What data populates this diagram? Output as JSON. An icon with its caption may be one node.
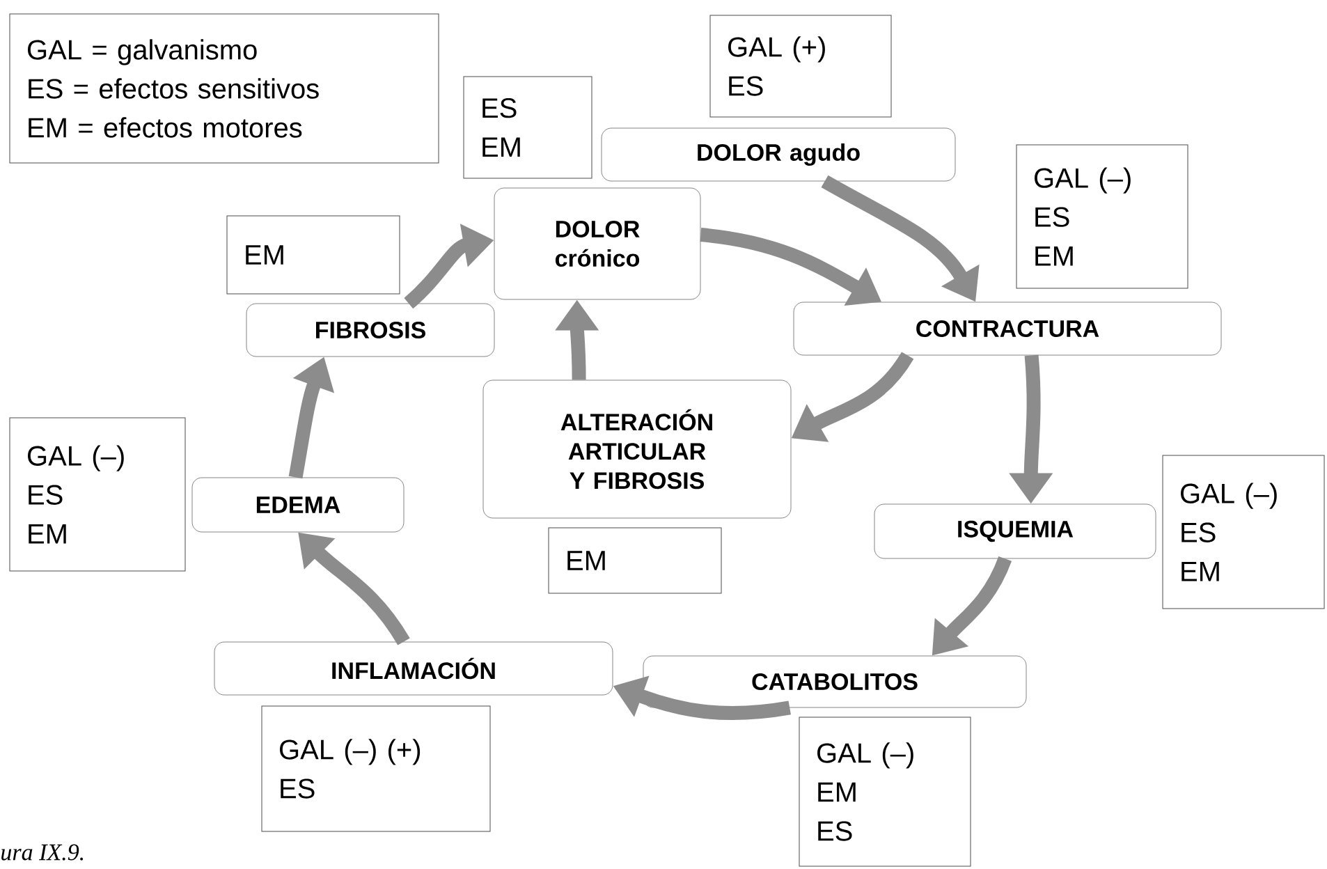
{
  "diagram": {
    "caption": "ura IX.9.",
    "nodes": [
      {
        "text": [
          "GAL = galvanismo",
          "ES = efectos sensitivos",
          "EM = efectos motores"
        ]
      },
      {
        "text": [
          "ES",
          "EM"
        ]
      },
      {
        "text": [
          "GAL (+)",
          "ES"
        ]
      },
      {
        "text": [
          "DOLOR agudo"
        ]
      },
      {
        "text": [
          "DOLOR crónico"
        ]
      },
      {
        "text": [
          "EM"
        ]
      },
      {
        "text": [
          "FIBROSIS"
        ]
      },
      {
        "text": [
          "GAL (–)",
          "ES",
          "EM"
        ]
      },
      {
        "text": [
          "CONTRACTURA"
        ]
      },
      {
        "text": [
          "ALTERACIÓN ARTICULAR Y FIBROSIS"
        ]
      },
      {
        "text": [
          "EM"
        ]
      },
      {
        "text": [
          "GAL (–)",
          "ES",
          "EM"
        ]
      },
      {
        "text": [
          "EDEMA"
        ]
      },
      {
        "text": [
          "ISQUEMIA"
        ]
      },
      {
        "text": [
          "GAL (–)",
          "ES",
          "EM"
        ]
      },
      {
        "text": [
          "CATABOLITOS"
        ]
      },
      {
        "text": [
          "INFLAMACIÓN"
        ]
      },
      {
        "text": [
          "GAL (–) (+)",
          "ES"
        ]
      },
      {
        "text": [
          "GAL (–)",
          "EM",
          "ES"
        ]
      }
    ],
    "edges": [
      {
        "from": 4,
        "to": 8,
        "arrow": "to"
      },
      {
        "from": 3,
        "to": 8,
        "arrow": "to"
      },
      {
        "from": 8,
        "to": 9,
        "arrow": "to"
      },
      {
        "from": 9,
        "to": 4,
        "arrow": "to"
      },
      {
        "from": 8,
        "to": 13,
        "arrow": "to"
      },
      {
        "from": 13,
        "to": 15,
        "arrow": "to"
      },
      {
        "from": 15,
        "to": 16,
        "arrow": "to"
      },
      {
        "from": 16,
        "to": 12,
        "arrow": "to"
      },
      {
        "from": 12,
        "to": 6,
        "arrow": "to"
      },
      {
        "from": 6,
        "to": 4,
        "arrow": "to"
      }
    ]
  }
}
